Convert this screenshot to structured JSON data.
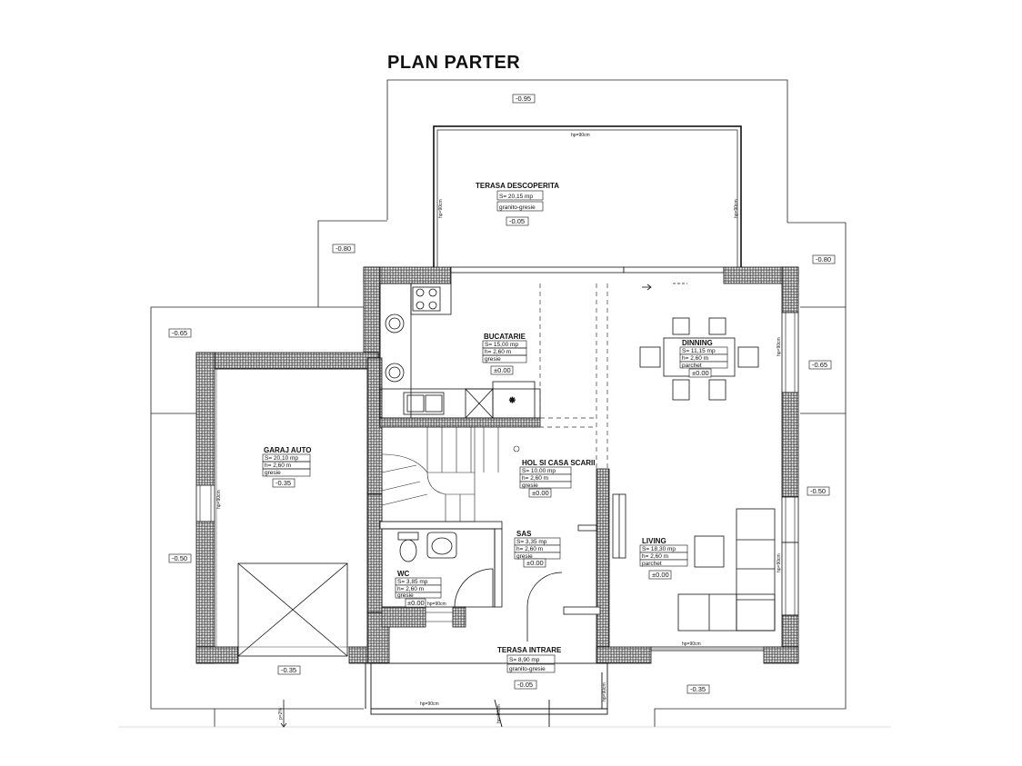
{
  "title": "PLAN PARTER",
  "rooms": [
    {
      "id": "terasa-descoperita",
      "name": "TERASA DESCOPERITA",
      "area": "S= 20,15 mp",
      "finish": "granito-gresie",
      "level": "-0.05"
    },
    {
      "id": "bucatarie",
      "name": "BUCATARIE",
      "area": "S= 15,00 mp",
      "height": "h= 2,60 m",
      "finish": "gresie",
      "level": "±0.00"
    },
    {
      "id": "dinning",
      "name": "DINNING",
      "area": "S= 11,15 mp",
      "height": "h= 2,60 m",
      "finish": "parchet",
      "level": "±0.00"
    },
    {
      "id": "garaj-auto",
      "name": "GARAJ AUTO",
      "area": "S= 20,10 mp",
      "height": "h= 2,60 m",
      "finish": "gresie",
      "level": "-0.35"
    },
    {
      "id": "hol-casa-scarii",
      "name": "HOL SI CASA SCARII",
      "area": "S= 10,00 mp",
      "height": "h= 2,60 m",
      "finish": "gresie",
      "level": "±0.00"
    },
    {
      "id": "sas",
      "name": "SAS",
      "area": "S= 3,35 mp",
      "height": "h= 2,60 m",
      "finish": "gresie",
      "level": "±0.00"
    },
    {
      "id": "living",
      "name": "LIVING",
      "area": "S= 18,30 mp",
      "height": "h= 2,60 m",
      "finish": "parchet",
      "level": "±0.00"
    },
    {
      "id": "wc",
      "name": "WC",
      "area": "S= 3,85 mp",
      "height": "h= 2,60 m",
      "finish": "gresie",
      "level": "±0.00"
    },
    {
      "id": "terasa-intrare",
      "name": "TERASA INTRARE",
      "area": "S= 8,90 mp",
      "finish": "granito-gresie",
      "level": "-0.05"
    }
  ],
  "levels": {
    "top": "-0.95",
    "upper_left": "-0.80",
    "upper_right": "-0.80",
    "left_upper": "-0.65",
    "right_upper": "-0.65",
    "left_lower": "-0.50",
    "right_lower": "-0.50",
    "garage_front": "-0.35",
    "front_right": "-0.35"
  },
  "annotations": {
    "railing_height": "hp=90cm",
    "window_height": "hp=90cm",
    "slope": "p=2%"
  },
  "colors": {
    "line": "#111111",
    "wall_fill": "#ffffff",
    "dashed": "#333333"
  }
}
